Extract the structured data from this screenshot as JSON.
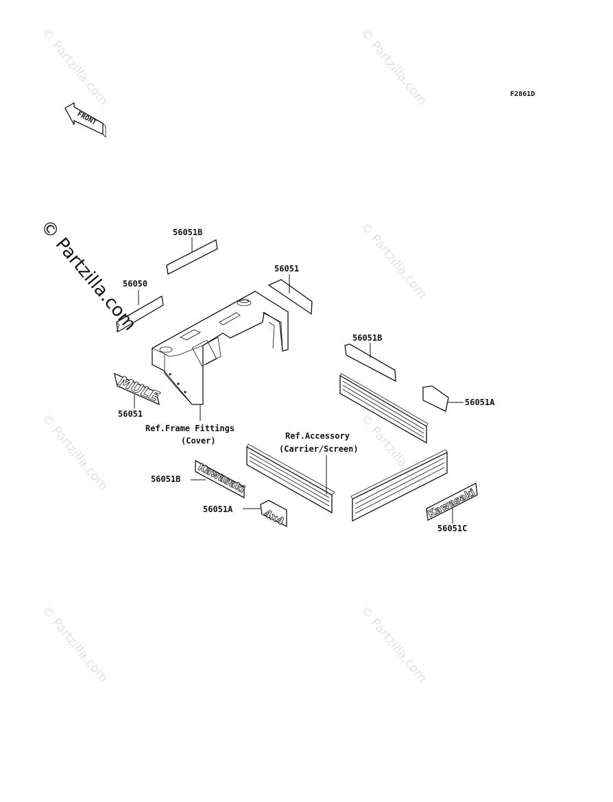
{
  "diagram_code": "F2861D",
  "front_arrow_label": "FRONT",
  "watermark_text": "© Partzilla.com",
  "logos": {
    "mule": "MULE",
    "kawasaki": "Kawasaki",
    "four_by_four": "4x4"
  },
  "parts": [
    {
      "id": "p-56051B-top",
      "label": "56051B"
    },
    {
      "id": "p-56050",
      "label": "56050"
    },
    {
      "id": "p-56051-top",
      "label": "56051"
    },
    {
      "id": "p-56051B-mid",
      "label": "56051B"
    },
    {
      "id": "p-56051A-right",
      "label": "56051A"
    },
    {
      "id": "p-56051-left",
      "label": "56051"
    },
    {
      "id": "p-56051B-low",
      "label": "56051B"
    },
    {
      "id": "p-56051A-low",
      "label": "56051A"
    },
    {
      "id": "p-56051C",
      "label": "56051C"
    }
  ],
  "references": {
    "frame": {
      "line1": "Ref.Frame Fittings",
      "line2": "(Cover)"
    },
    "accessory": {
      "line1": "Ref.Accessory",
      "line2": "(Carrier/Screen)"
    }
  }
}
